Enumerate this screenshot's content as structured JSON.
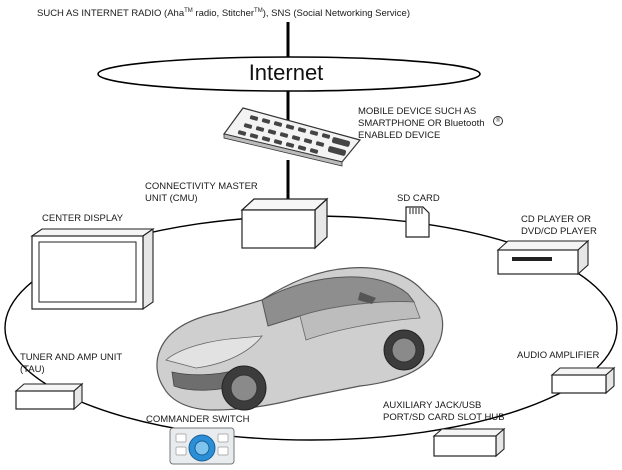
{
  "header_pre": "SUCH AS INTERNET RADIO (Aha",
  "tm": "TM",
  "header_mid": " radio, Stitcher",
  "header_post": "), SNS (Social Networking Service)",
  "internet": "Internet",
  "mobile_line1": "MOBILE DEVICE SUCH AS",
  "mobile_line2": "SMARTPHONE OR Bluetooth",
  "mobile_line3": "ENABLED DEVICE",
  "bt_symbol": "®",
  "cmu_line1": "CONNECTIVITY MASTER",
  "cmu_line2": "UNIT (CMU)",
  "sd_card": "SD CARD",
  "center_display": "CENTER DISPLAY",
  "cd_line1": "CD PLAYER OR",
  "cd_line2": "DVD/CD PLAYER",
  "tau_line1": "TUNER AND AMP UNIT",
  "tau_line2": "(TAU)",
  "audio_amplifier": "AUDIO AMPLIFIER",
  "aux_line1": "AUXILIARY JACK/USB",
  "aux_line2": "PORT/SD CARD SLOT HUB",
  "commander_switch": "COMMANDER SWITCH"
}
